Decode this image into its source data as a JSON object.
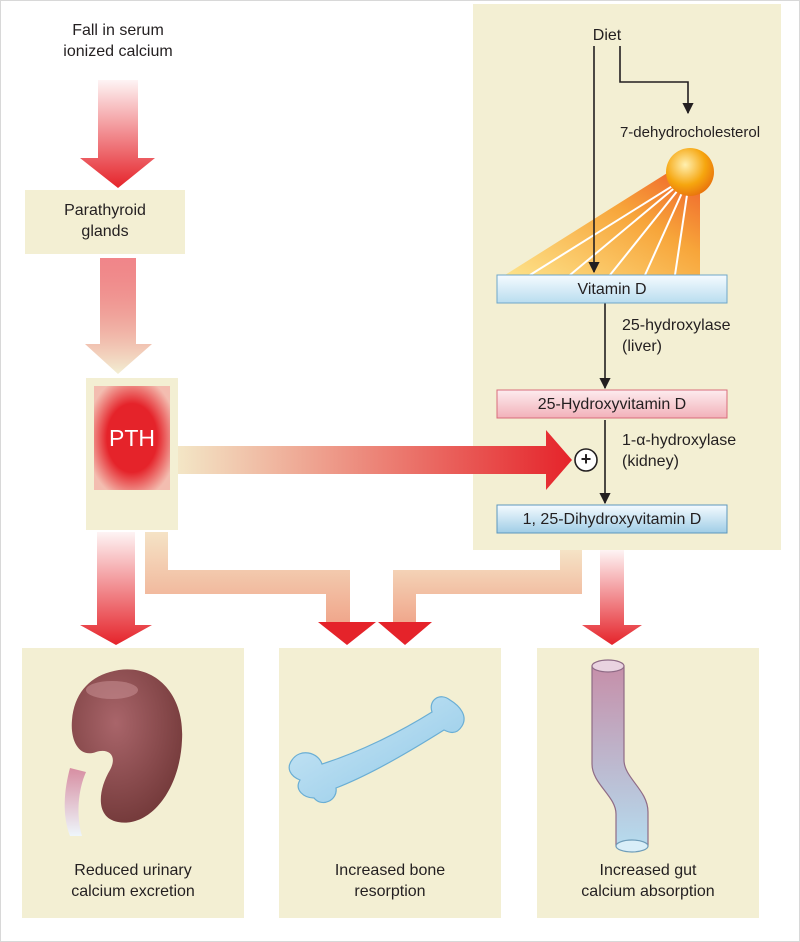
{
  "inputs": {
    "fall_in_calcium": "Fall in serum\nionized calcium",
    "diet": "Diet"
  },
  "nodes": {
    "parathyroid": "Parathyroid\nglands",
    "pth": "PTH",
    "dehydrocholesterol": "7-dehydrocholesterol",
    "vitamin_d": "Vitamin D",
    "hydroxyvitamin_d": "25-Hydroxyvitamin D",
    "dihydroxyvitamin_d": "1, 25-Dihydroxyvitamin D"
  },
  "enzymes": {
    "hydroxylase_25": "25-hydroxylase\n(liver)",
    "hydroxylase_1a": "1-α-hydroxylase\n(kidney)",
    "stimulation_symbol": "+"
  },
  "outcomes": {
    "kidney": "Reduced urinary\ncalcium excretion",
    "bone": "Increased bone\nresorption",
    "gut": "Increased gut\ncalcium absorption"
  },
  "colors": {
    "panel": "#f3efd3",
    "arrow_red": "#e5232a",
    "box_blue": "#d9ecf6",
    "box_pink": "#f9d3d6",
    "kidney": "#8b4a4b",
    "bone": "#a9d7ef",
    "gut_top": "#c58fa9",
    "gut_bottom": "#b8dcef",
    "sun": "#f3a012"
  }
}
